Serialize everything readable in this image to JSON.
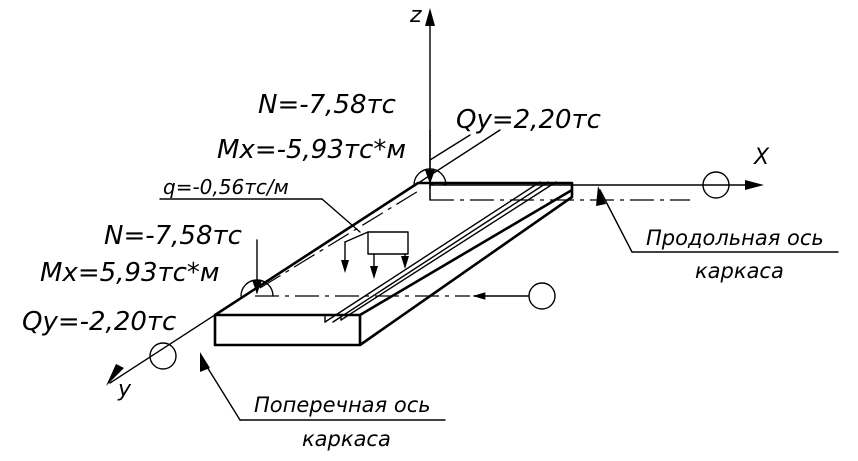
{
  "axes": {
    "x": "X",
    "y": "y",
    "z": "z"
  },
  "labels": {
    "n_top": "N=-7,58тс",
    "mx_top": "Mx=-5,93тс*м",
    "qy_top": "Qy=2,20тс",
    "q_load": "q=-0,56тс/м",
    "n_bottom": "N=-7,58тс",
    "mx_bottom": "Mx=5,93тс*м",
    "qy_bottom": "Qy=-2,20тс"
  },
  "callouts": {
    "longitudinal_line1": "Продольная ось",
    "longitudinal_line2": "каркаса",
    "transverse_line1": "Поперечная ось",
    "transverse_line2": "каркаса"
  }
}
